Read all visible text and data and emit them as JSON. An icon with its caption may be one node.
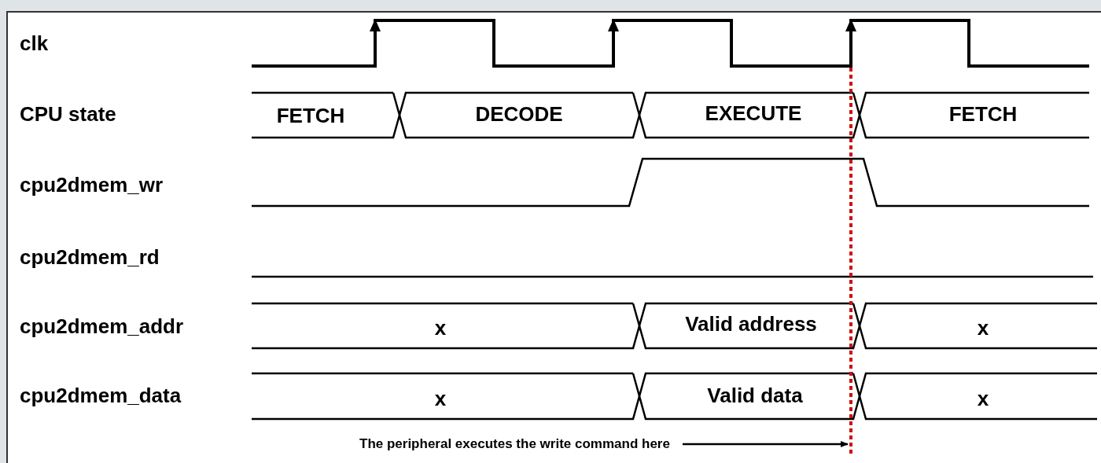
{
  "diagram": {
    "nodes": [
      {
        "text": [
          "The peripheral executes the write command here"
        ]
      },
      {
        "text": [],
        "shape": "line"
      }
    ],
    "edges": [
      {
        "from": 0,
        "to": 1,
        "arrow": "to"
      }
    ],
    "labels": [
      "clk",
      "CPU state",
      "FETCH",
      "DECODE",
      "EXECUTE",
      "FETCH",
      "cpu2dmem_wr",
      "cpu2dmem_rd",
      "cpu2dmem_addr",
      "x",
      "Valid address",
      "x",
      "cpu2dmem_data",
      "x",
      "Valid data",
      "x"
    ]
  }
}
